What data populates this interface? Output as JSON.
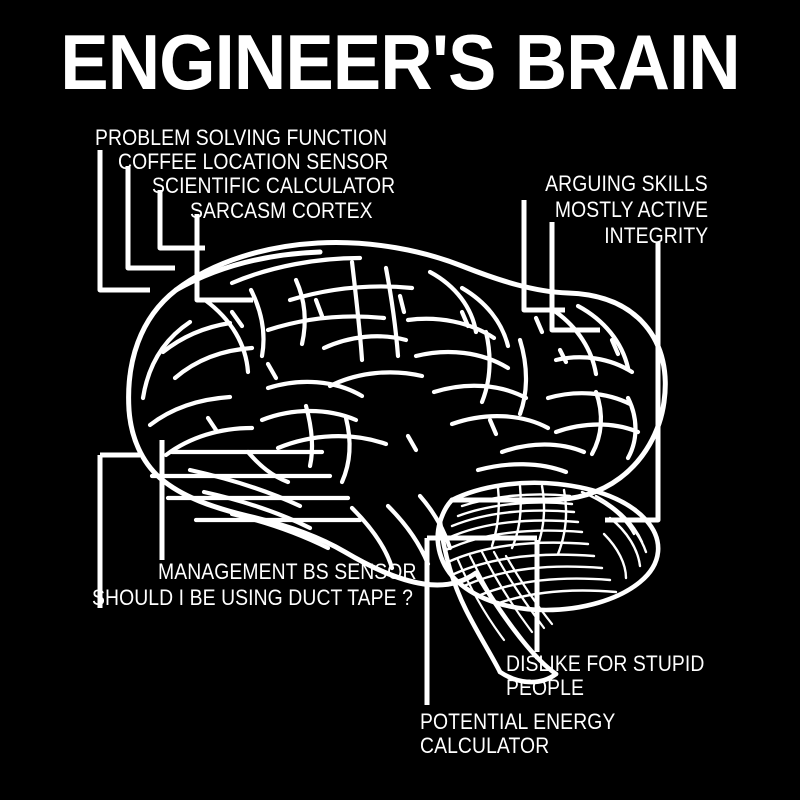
{
  "poster": {
    "title": "ENGINEER'S BRAIN",
    "background_color": "#000000",
    "ink_color": "#ffffff",
    "illustration": "anatomical-brain-lateral-view-line-art"
  },
  "labels": {
    "top_left": [
      {
        "id": "problem-solving-function",
        "text": "PROBLEM SOLVING FUNCTION"
      },
      {
        "id": "coffee-location-sensor",
        "text": "COFFEE LOCATION SENSOR"
      },
      {
        "id": "scientific-calculator",
        "text": "SCIENTIFIC CALCULATOR"
      },
      {
        "id": "sarcasm-cortex",
        "text": "SARCASM CORTEX"
      }
    ],
    "top_right": [
      {
        "id": "arguing-skills",
        "text": "ARGUING SKILLS"
      },
      {
        "id": "mostly-active",
        "text": "MOSTLY ACTIVE"
      },
      {
        "id": "integrity",
        "text": "INTEGRITY"
      }
    ],
    "bottom_left": [
      {
        "id": "management-bs-sensor",
        "text": "MANAGEMENT BS SENSOR"
      },
      {
        "id": "should-i-use-duct-tape",
        "text": "SHOULD I BE USING DUCT TAPE ?"
      }
    ],
    "bottom_right": [
      {
        "id": "dislike-for-stupid-people-line1",
        "text": "DISLIKE FOR STUPID"
      },
      {
        "id": "dislike-for-stupid-people-line2",
        "text": "PEOPLE"
      },
      {
        "id": "potential-energy-calculator-line1",
        "text": "POTENTIAL ENERGY"
      },
      {
        "id": "potential-energy-calculator-line2",
        "text": "CALCULATOR"
      }
    ]
  }
}
